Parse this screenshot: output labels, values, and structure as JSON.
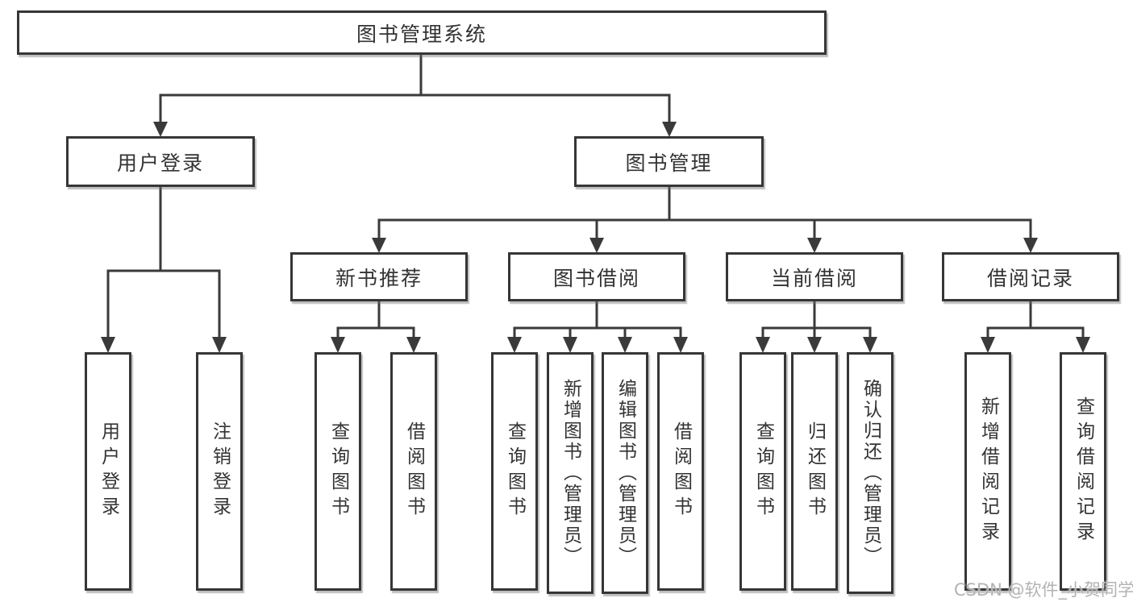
{
  "tree": {
    "root": {
      "label": "图书管理系统"
    },
    "children": [
      {
        "label": "用户登录",
        "children": [
          {
            "label": "用户登录"
          },
          {
            "label": "注销登录"
          }
        ]
      },
      {
        "label": "图书管理",
        "children": [
          {
            "label": "新书推荐",
            "children": [
              {
                "label": "查询图书"
              },
              {
                "label": "借阅图书"
              }
            ]
          },
          {
            "label": "图书借阅",
            "children": [
              {
                "label": "查询图书"
              },
              {
                "label": "新增图书（管理员）"
              },
              {
                "label": "编辑图书（管理员）"
              },
              {
                "label": "借阅图书"
              }
            ]
          },
          {
            "label": "当前借阅",
            "children": [
              {
                "label": "查询图书"
              },
              {
                "label": "归还图书"
              },
              {
                "label": "确认归还（管理员）"
              }
            ]
          },
          {
            "label": "借阅记录",
            "children": [
              {
                "label": "新增借阅记录"
              },
              {
                "label": "查询借阅记录"
              }
            ]
          }
        ]
      }
    ]
  },
  "watermark": "CSDN @软件_小贺同学",
  "colors": {
    "background": "#ffffff",
    "line": "#3a3a3a",
    "box_border": "#363636",
    "text": "#333333",
    "watermark": "#b3b3b3"
  }
}
